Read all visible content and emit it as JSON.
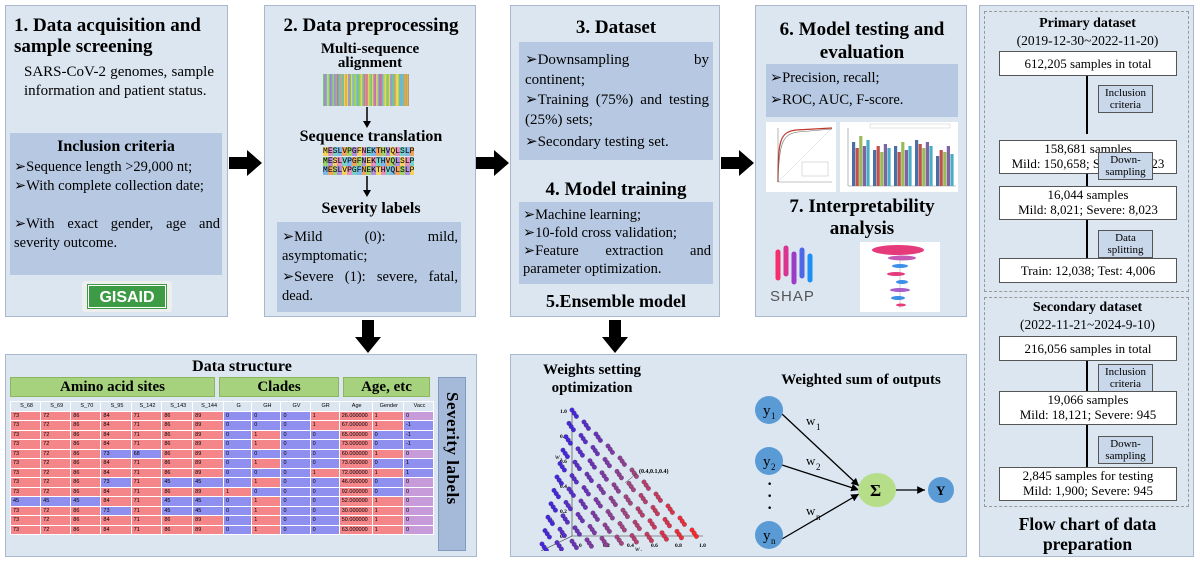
{
  "p1": {
    "title": "1. Data acquisition and sample screening",
    "desc": "SARS-CoV-2 genomes, sample information and patient status.",
    "criteria_title": "Inclusion criteria",
    "criteria": [
      "➢Sequence length >29,000 nt;",
      "➢With complete collection date;",
      "➢With exact gender, age and severity outcome."
    ],
    "logo": "GISAID"
  },
  "p2": {
    "title": "2. Data preprocessing",
    "msa": "Multi-sequence alignment",
    "translation": "Sequence translation",
    "seq_lines": [
      "MESLVPGFNEKTHVQLSLP",
      "MESLVPGFNEKTHVQLSLP",
      "MESLVPGFNEKTHVQLSLP"
    ],
    "severity_title": "Severity labels",
    "labels": [
      "➢Mild (0): mild, asymptomatic;",
      "➢Severe (1): severe, fatal, dead."
    ]
  },
  "p3": {
    "title": "3. Dataset",
    "items": [
      "➢Downsampling by continent;",
      "➢Training (75%) and testing (25%) sets;",
      "➢Secondary testing set."
    ],
    "train_title": "4. Model training",
    "train_items": [
      "➢Machine learning;",
      "➢10-fold cross validation;",
      "➢Feature extraction and parameter optimization."
    ],
    "ensemble_title": "5.Ensemble model"
  },
  "p6": {
    "title": "6. Model testing and evaluation",
    "items": [
      "➢Precision, recall;",
      "➢ROC, AUC, F-score."
    ],
    "interp_title": "7. Interpretability analysis",
    "shap": "SHAP"
  },
  "ds": {
    "title": "Data structure",
    "groups": [
      "Amino acid sites",
      "Clades",
      "Age, etc"
    ],
    "side": "Severity labels",
    "cols": [
      "S_68",
      "S_69",
      "S_70",
      "S_95",
      "S_142",
      "S_143",
      "S_144",
      "G",
      "GH",
      "GV",
      "GR",
      "Age",
      "Gender",
      "Vacc"
    ],
    "rows": [
      [
        "73",
        "72",
        "86",
        "84",
        "71",
        "86",
        "89",
        "0",
        "0",
        "0",
        "1",
        "26.000000",
        "1",
        "0"
      ],
      [
        "73",
        "72",
        "86",
        "84",
        "71",
        "86",
        "89",
        "0",
        "0",
        "0",
        "1",
        "67.000000",
        "1",
        "-1"
      ],
      [
        "73",
        "72",
        "86",
        "84",
        "71",
        "86",
        "89",
        "0",
        "1",
        "0",
        "0",
        "65.000000",
        "0",
        "-1"
      ],
      [
        "73",
        "72",
        "86",
        "84",
        "71",
        "86",
        "89",
        "0",
        "1",
        "0",
        "0",
        "73.000000",
        "0",
        "-1"
      ],
      [
        "73",
        "72",
        "86",
        "73",
        "68",
        "86",
        "89",
        "0",
        "0",
        "0",
        "0",
        "60.000000",
        "1",
        "0"
      ],
      [
        "73",
        "72",
        "86",
        "84",
        "71",
        "86",
        "89",
        "0",
        "1",
        "0",
        "0",
        "73.000000",
        "0",
        "1"
      ],
      [
        "73",
        "72",
        "86",
        "84",
        "71",
        "86",
        "89",
        "0",
        "0",
        "0",
        "1",
        "72.000000",
        "1",
        "1"
      ],
      [
        "73",
        "72",
        "86",
        "73",
        "71",
        "45",
        "45",
        "0",
        "1",
        "0",
        "0",
        "46.000000",
        "0",
        "0"
      ],
      [
        "73",
        "72",
        "86",
        "84",
        "71",
        "86",
        "89",
        "1",
        "0",
        "0",
        "0",
        "92.000000",
        "0",
        "0"
      ],
      [
        "45",
        "45",
        "45",
        "84",
        "71",
        "45",
        "45",
        "0",
        "1",
        "0",
        "0",
        "52.000000",
        "1",
        "0"
      ],
      [
        "73",
        "72",
        "86",
        "73",
        "71",
        "45",
        "45",
        "0",
        "1",
        "0",
        "0",
        "30.000000",
        "1",
        "0"
      ],
      [
        "73",
        "72",
        "86",
        "84",
        "71",
        "86",
        "89",
        "0",
        "1",
        "0",
        "0",
        "50.000000",
        "1",
        "0"
      ],
      [
        "73",
        "72",
        "86",
        "84",
        "71",
        "86",
        "89",
        "0",
        "1",
        "0",
        "0",
        "63.000000",
        "1",
        "0"
      ]
    ]
  },
  "ens": {
    "opt_title": "Weights setting optimization",
    "sum_title": "Weighted sum of outputs",
    "point": "(0.4,0.1,0.4)",
    "nodes": [
      "y",
      "y",
      "y"
    ],
    "subs": [
      "1",
      "2",
      "n"
    ],
    "weights": [
      "w",
      "w",
      "w"
    ],
    "sigma": "Σ",
    "out": "Y",
    "dots": "·",
    "xlabel": "w",
    "ylabel": "w",
    "zlabel": "w",
    "x_sub": "1",
    "y_sub": "3",
    "z_sub": "2",
    "ticks_x": [
      "0",
      "0.2",
      "0.4",
      "0.6",
      "0.8",
      "1.0"
    ],
    "ticks_z": [
      "1.0",
      "0.8",
      "0.6",
      "0.4",
      "0.2",
      "0"
    ]
  },
  "flow": {
    "primary_title": "Primary dataset",
    "primary_dates": "(2019-12-30~2022-11-20)",
    "b1": "612,205 samples in total",
    "t1": "Inclusion criteria",
    "b2a": "158,681 samples",
    "b2b": "Mild: 150,658; Severe: 8,023",
    "t2": "Down-sampling",
    "b3a": "16,044 samples",
    "b3b": "Mild: 8,021; Severe: 8,023",
    "t3": "Data splitting",
    "b4": "Train: 12,038; Test: 4,006",
    "secondary_title": "Secondary dataset",
    "secondary_dates": "(2022-11-21~2024-9-10)",
    "s1": "216,056 samples in total",
    "st1": "Inclusion criteria",
    "s2a": "19,066 samples",
    "s2b": "Mild: 18,121; Severe: 945",
    "st2": "Down-sampling",
    "s3a": "2,845 samples for testing",
    "s3b": "Mild: 1,900; Severe: 945",
    "caption": "Flow chart of data preparation"
  }
}
